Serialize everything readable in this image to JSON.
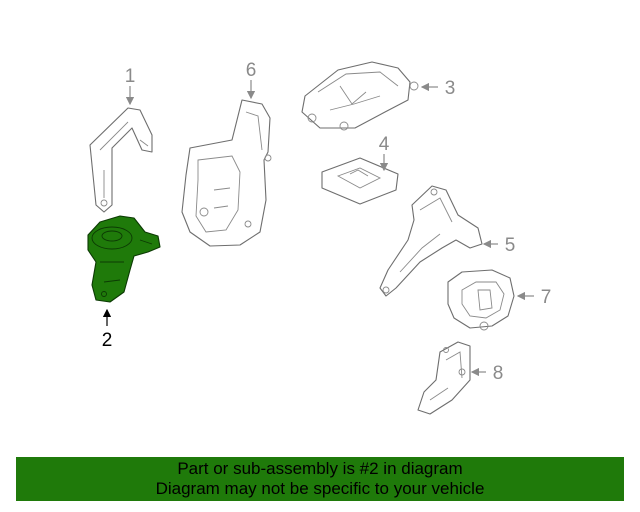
{
  "callouts": [
    "1",
    "2",
    "3",
    "4",
    "5",
    "6",
    "7",
    "8"
  ],
  "highlighted_part": "2",
  "colors": {
    "highlight": "#1f7a0a",
    "line": "#6e6e6e",
    "callout_text": "#8a8a8a"
  },
  "banner": {
    "line1": "Part or sub-assembly is #2 in diagram",
    "line2": "Diagram may not be specific to your vehicle"
  }
}
